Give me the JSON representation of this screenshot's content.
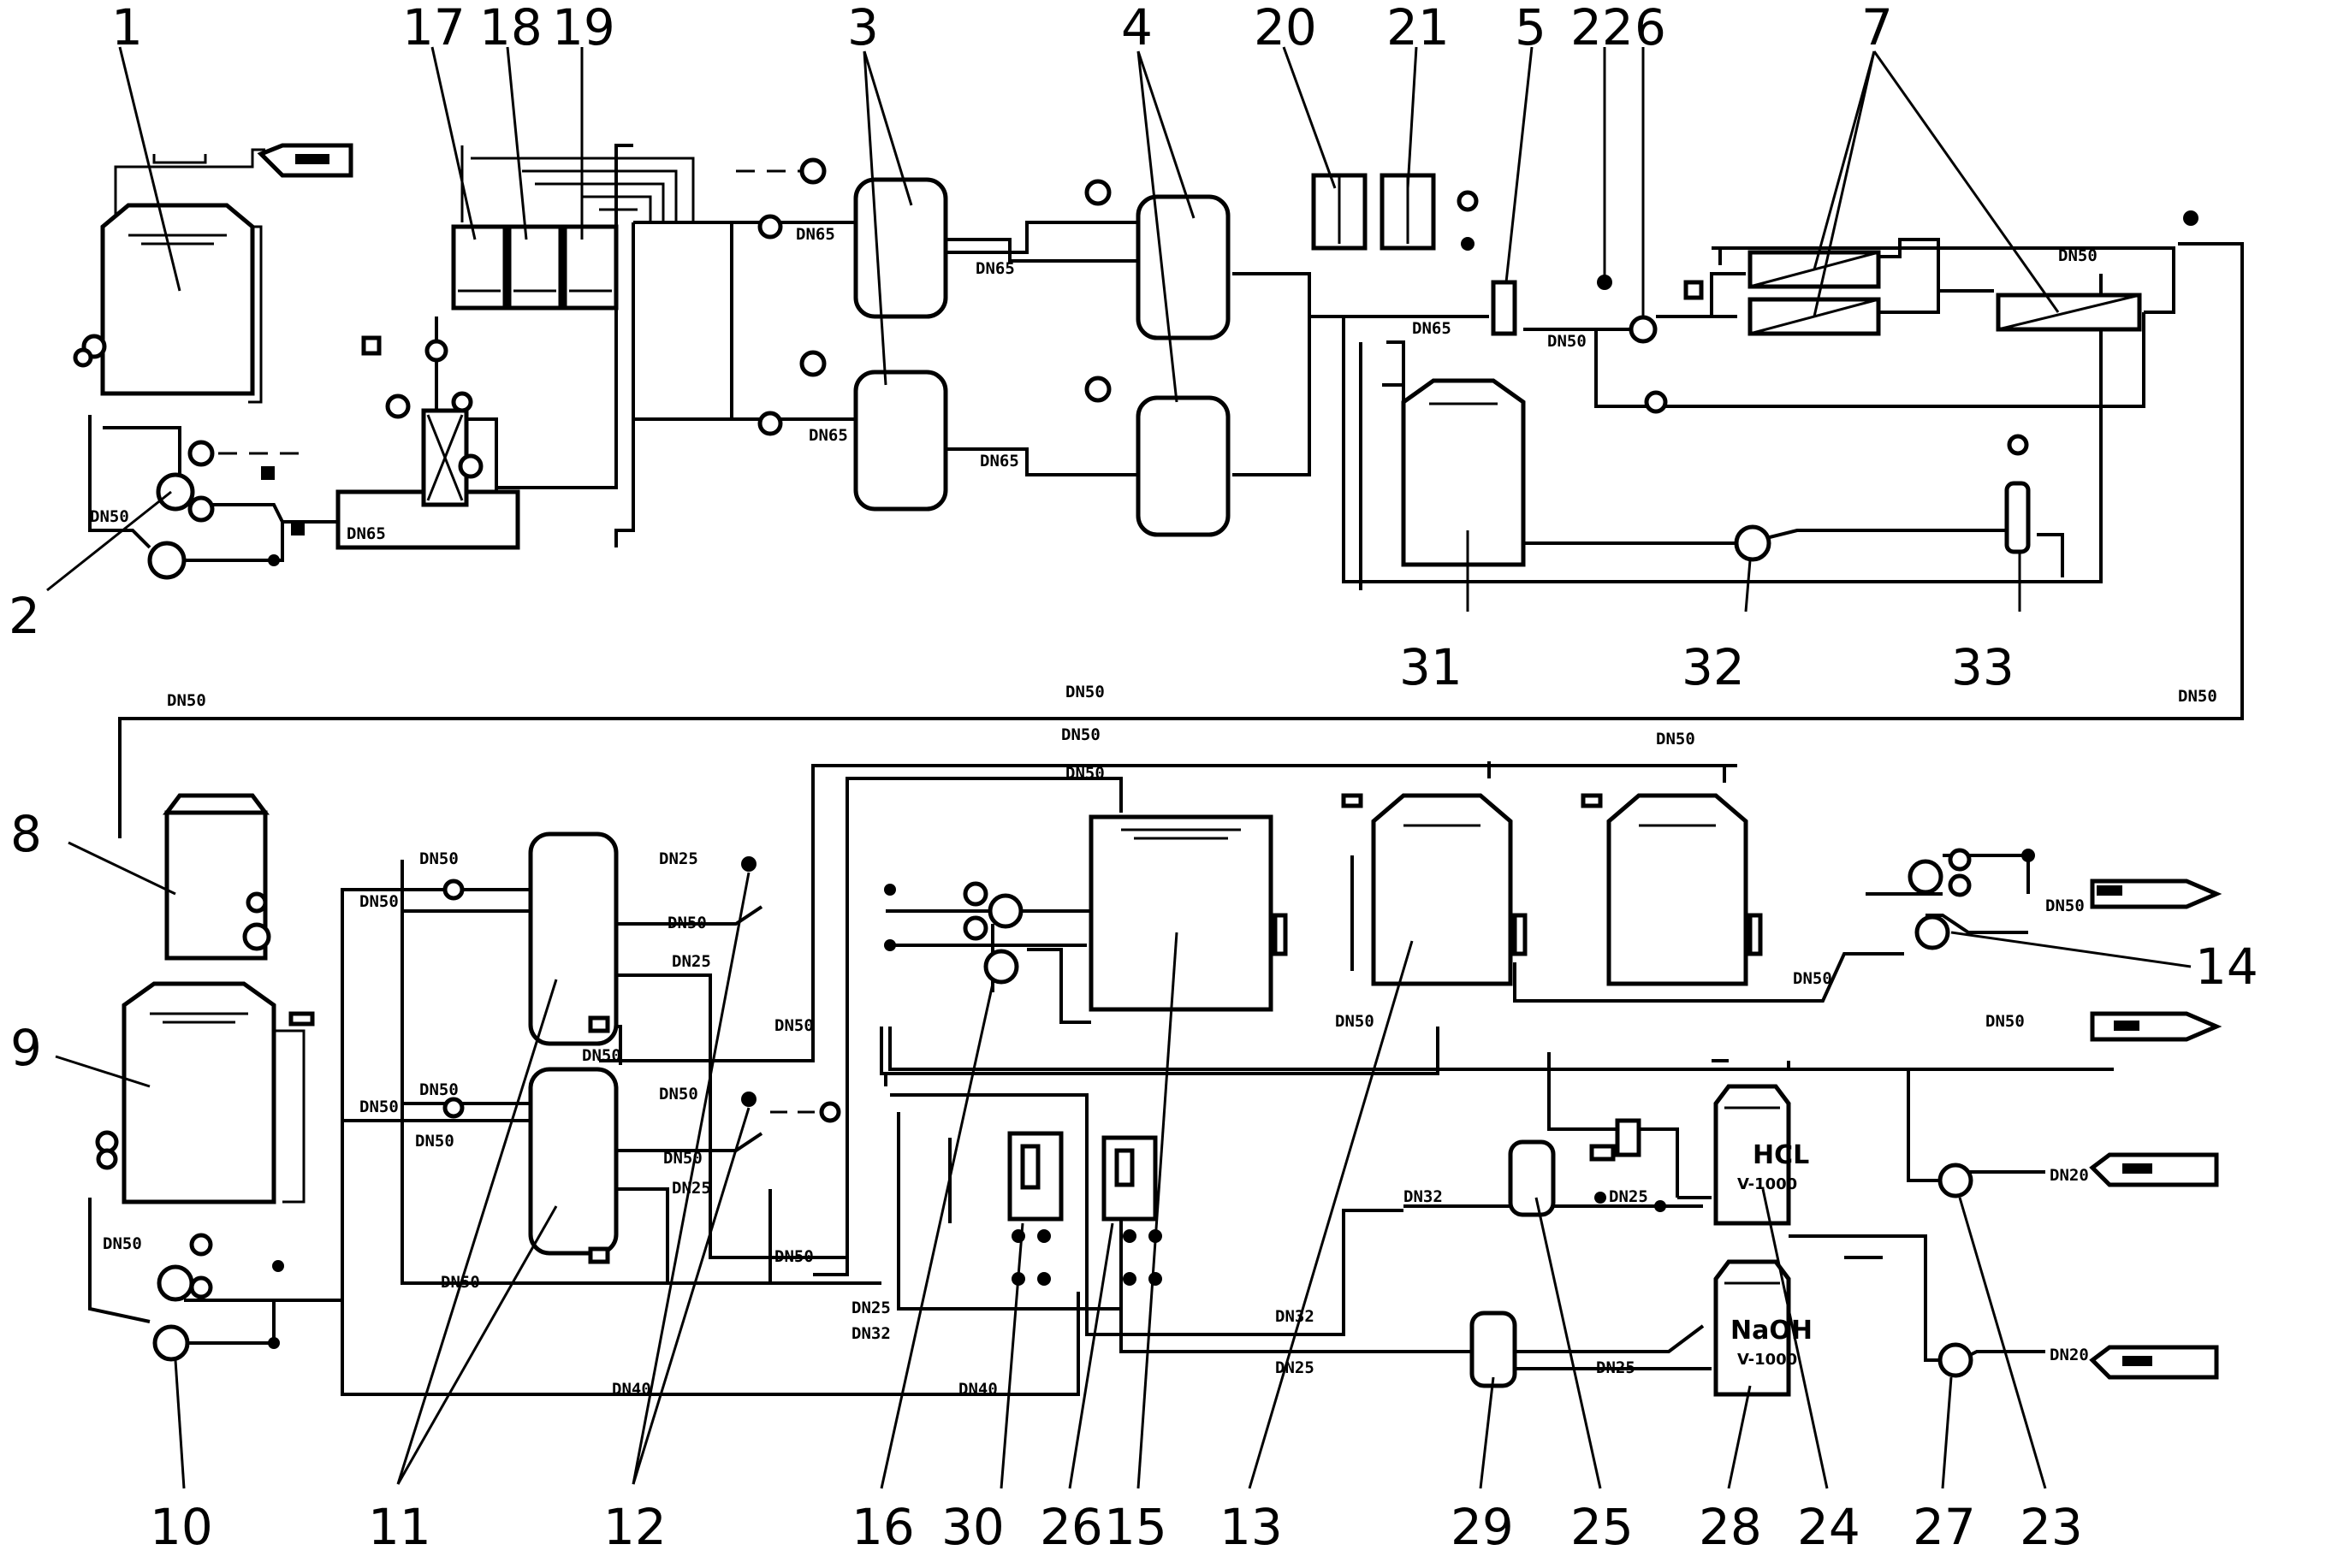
{
  "callouts": {
    "n1": "1",
    "n2": "2",
    "n3": "3",
    "n4": "4",
    "n5": "5",
    "n6": "6",
    "n7": "7",
    "n8": "8",
    "n9": "9",
    "n10": "10",
    "n11": "11",
    "n12": "12",
    "n13": "13",
    "n14": "14",
    "n15": "15",
    "n16": "16",
    "n17": "17",
    "n18": "18",
    "n19": "19",
    "n20": "20",
    "n21": "21",
    "n22": "22",
    "n23": "23",
    "n24": "24",
    "n25": "25",
    "n26": "26",
    "n27": "27",
    "n28": "28",
    "n29": "29",
    "n30": "30",
    "n31": "31",
    "n32": "32",
    "n33": "33"
  },
  "pipe_labels": {
    "dn65": "DN65",
    "dn50": "DN50",
    "dn40": "DN40",
    "dn32": "DN32",
    "dn25": "DN25",
    "dn20": "DN20"
  },
  "equipment_text": {
    "hcl": "HCL",
    "hcl_volume": "V-1000",
    "naoh": "NaOH",
    "naoh_volume": "V-1000"
  }
}
